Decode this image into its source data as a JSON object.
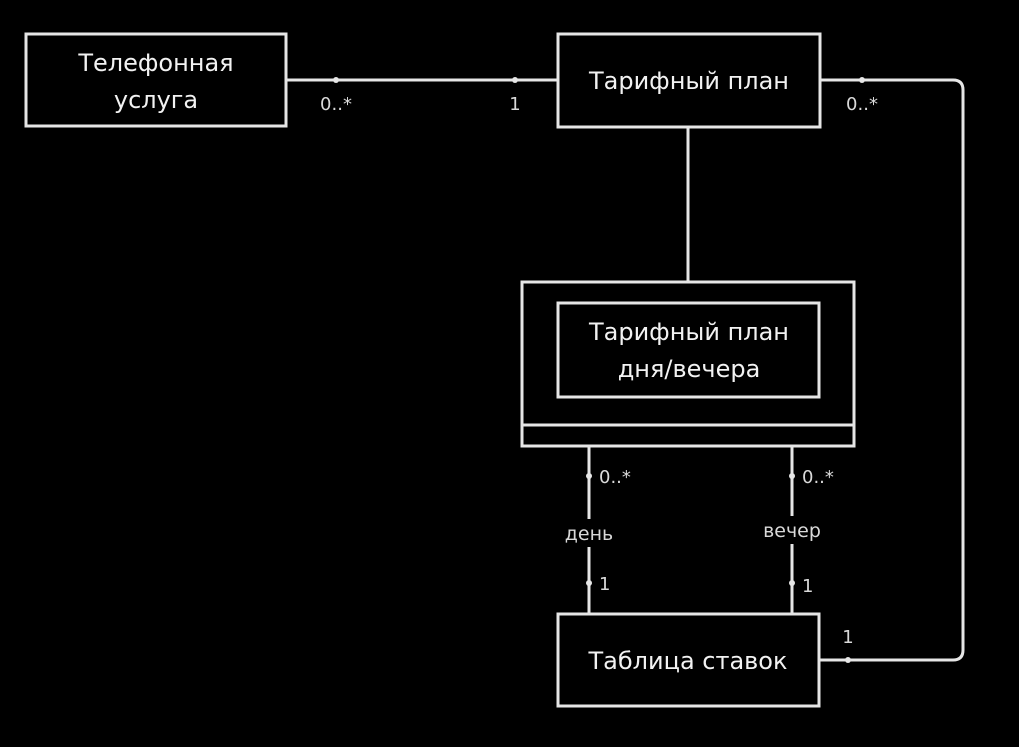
{
  "diagram": {
    "nodes": {
      "phone_service": {
        "line1": "Телефонная",
        "line2": "услуга"
      },
      "tariff_plan": {
        "label": "Тарифный план"
      },
      "day_evening_plan": {
        "line1": "Тарифный план",
        "line2": "дня/вечера"
      },
      "rate_table": {
        "label": "Таблица ставок"
      }
    },
    "edges": {
      "service_plan": {
        "source_mult": "0..*",
        "target_mult": "1"
      },
      "day": {
        "role": "день",
        "source_mult": "0..*",
        "target_mult": "1"
      },
      "evening": {
        "role": "вечер",
        "source_mult": "0..*",
        "target_mult": "1"
      },
      "plan_table": {
        "source_mult": "0..*",
        "target_mult": "1"
      }
    }
  }
}
